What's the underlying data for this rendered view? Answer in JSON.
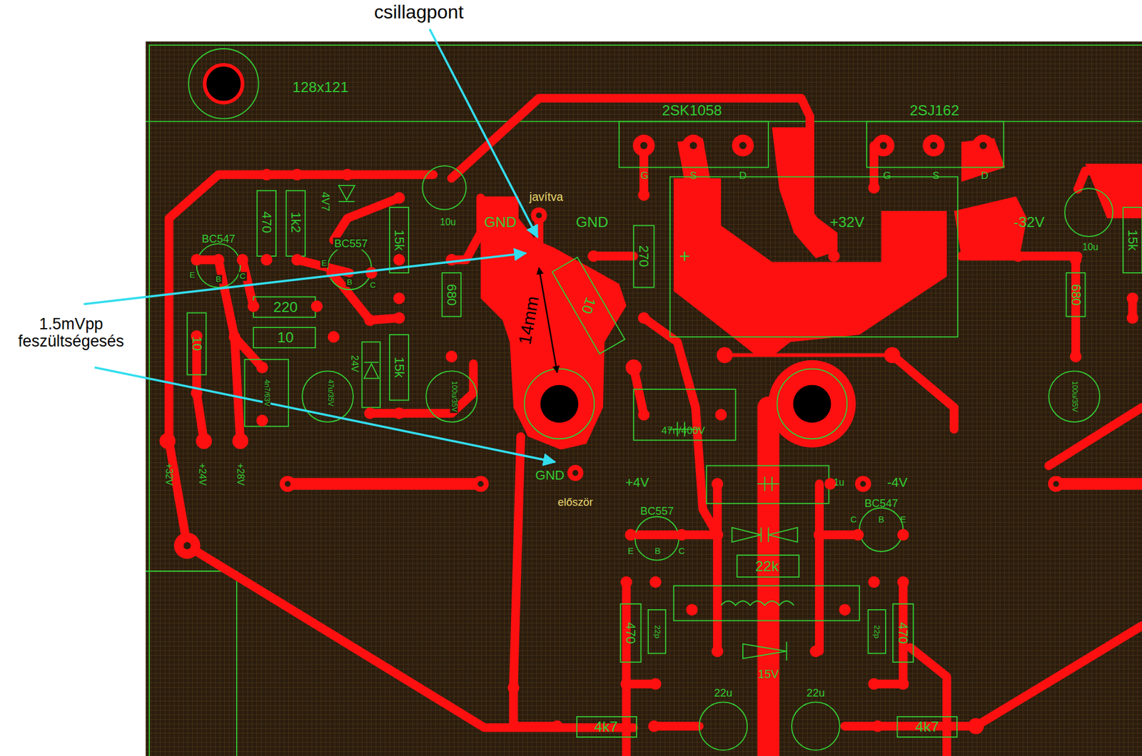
{
  "diagram": {
    "labels": [
      "csillagpont",
      "1.5mVpp feszültségesés",
      "128x121",
      "2SK1058",
      "2SJ162",
      "javítva",
      "4V7",
      "10u",
      "GND",
      "GND",
      "+32V",
      "-32V",
      "10u",
      "470",
      "1k2",
      "BC547",
      "BC557",
      "15k",
      "15k",
      "G",
      "S",
      "D",
      "G",
      "S",
      "D",
      "+",
      "270",
      "220",
      "10",
      "10",
      "680",
      "680",
      "14mm",
      "10",
      "24V",
      "15k",
      "4n7/63V",
      "47u/35V",
      "100u/35V",
      "100u/35V",
      "47n/400V",
      "+32V",
      "+24V",
      "+28V",
      "GND",
      "először",
      "+4V",
      "1u",
      "-4V",
      "BC557",
      "BC547",
      "E",
      "B",
      "C",
      "C",
      "B",
      "E",
      "22k",
      "470",
      "22p",
      "22p",
      "470",
      "15V",
      "22u",
      "22u",
      "4k7",
      "4k7",
      "E",
      "B",
      "C",
      "E",
      "B",
      "C"
    ]
  }
}
